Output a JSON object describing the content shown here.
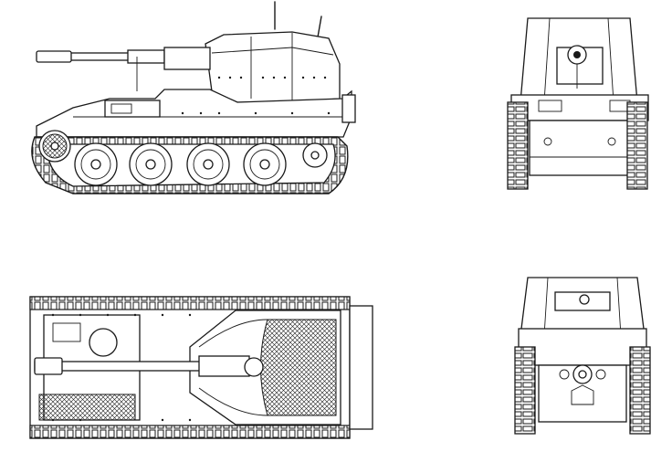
{
  "views": [
    {
      "id": "side",
      "icon": "tank-side-view-icon"
    },
    {
      "id": "front",
      "icon": "tank-front-view-icon"
    },
    {
      "id": "top",
      "icon": "tank-top-view-icon"
    },
    {
      "id": "rear",
      "icon": "tank-rear-view-icon"
    }
  ],
  "colors": {
    "line": "#1a1a1a",
    "background": "#ffffff"
  }
}
